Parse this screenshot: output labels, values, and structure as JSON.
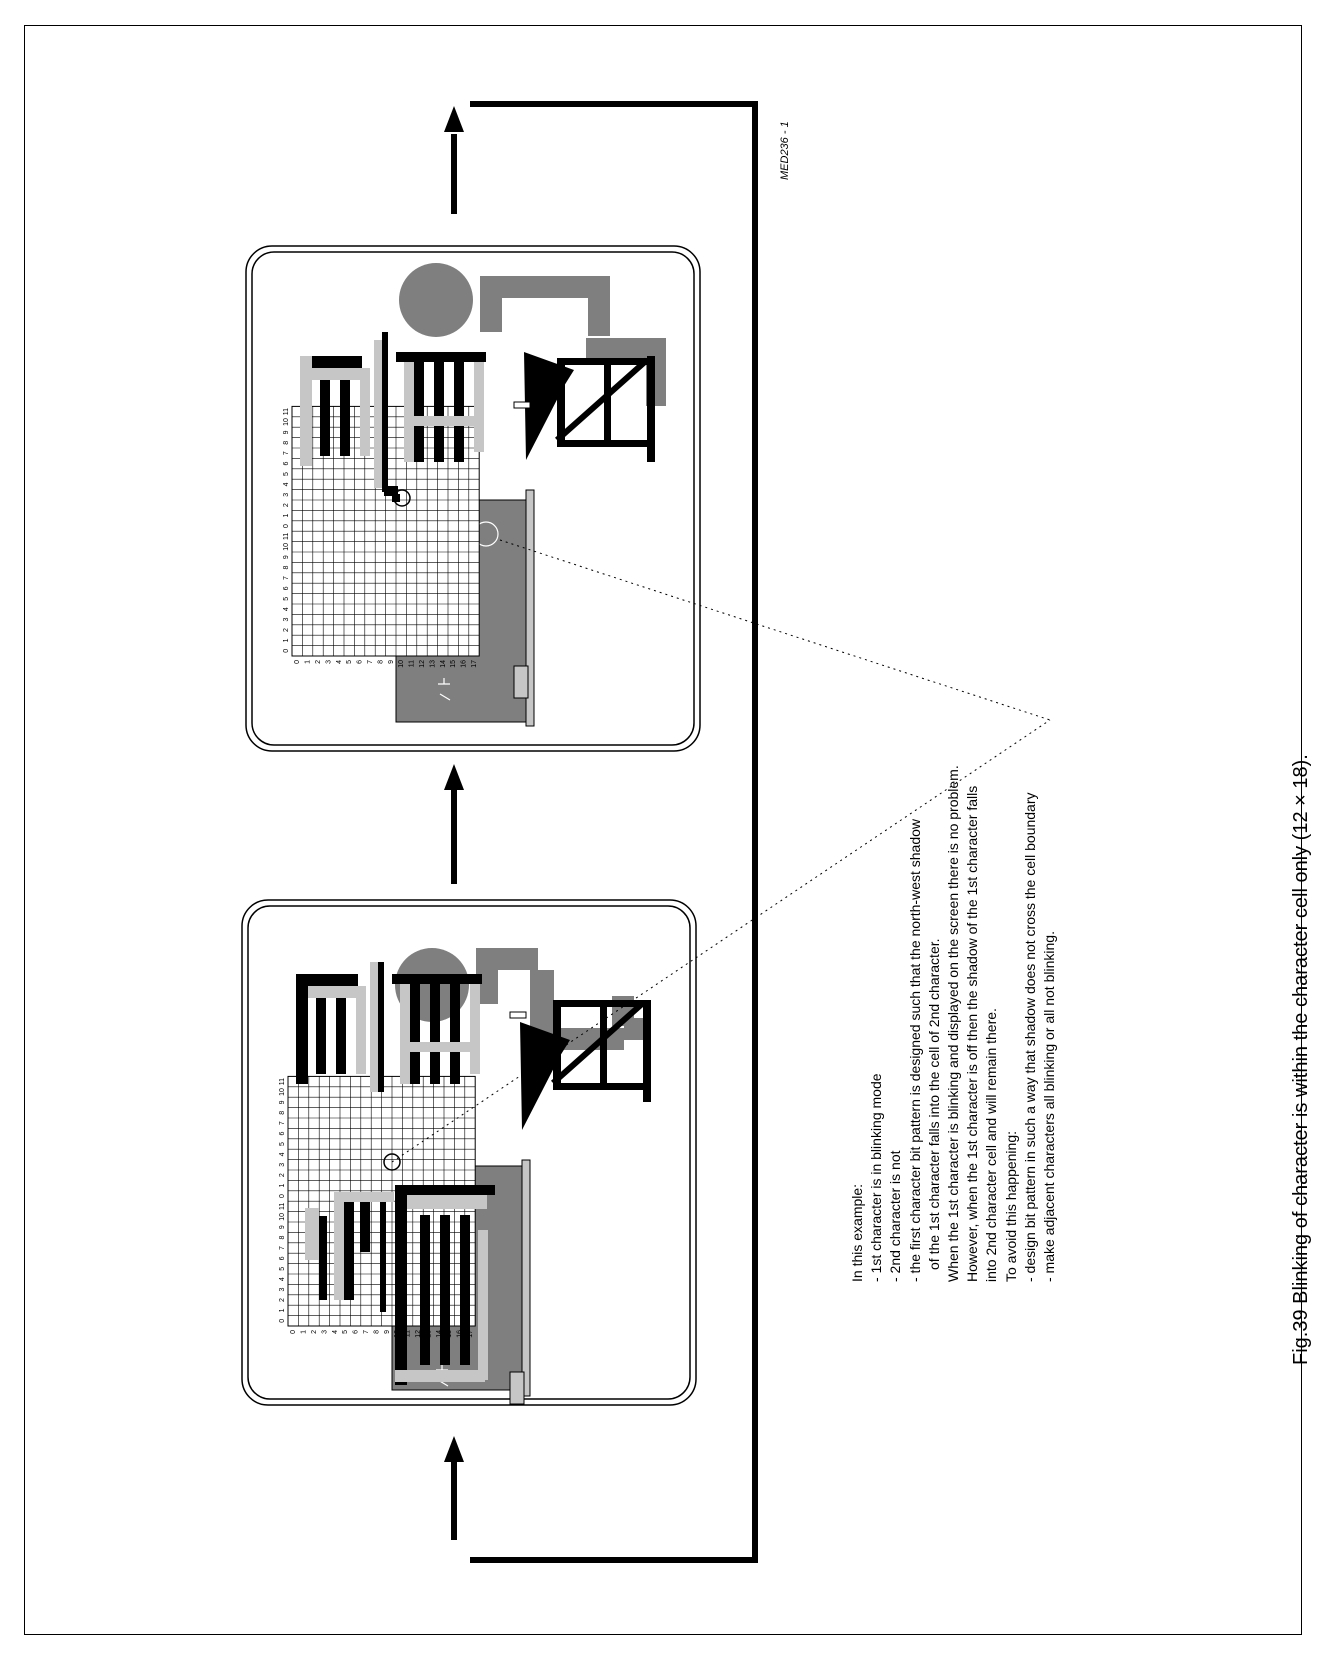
{
  "figure": {
    "caption": "Fig.39  Blinking of character is within the character cell only (12 × 18).",
    "code": "MED236 - 1",
    "explanation": [
      "In this example:",
      "- 1st character is in blinking mode",
      "- 2nd character is not",
      "- the first character bit pattern is designed such that the north-west shadow",
      "of the 1st character falls into the cell of 2nd character.",
      "When the 1st character is blinking and displayed on the screen there is no problem.",
      "However, when the 1st character is off then the shadow of the 1st character falls",
      "into 2nd character cell and will remain there.",
      "To avoid this happening:",
      "- design bit pattern in such a way that shadow does not cross the cell boundary",
      "- make adjacent characters all blinking or all not blinking."
    ],
    "grid": {
      "columns": [
        "0",
        "1",
        "2",
        "3",
        "4",
        "5",
        "6",
        "7",
        "8",
        "9",
        "10",
        "11",
        "0",
        "1",
        "2",
        "3",
        "4",
        "5",
        "6",
        "7",
        "8",
        "9",
        "10",
        "11"
      ],
      "rows": [
        "0",
        "1",
        "2",
        "3",
        "4",
        "5",
        "6",
        "7",
        "8",
        "9",
        "10",
        "11",
        "12",
        "13",
        "14",
        "15",
        "16",
        "17"
      ]
    },
    "colors": {
      "ink": "#000000",
      "shade": "#7f7f7f",
      "light": "#c6c6c6",
      "paper": "#ffffff"
    }
  }
}
